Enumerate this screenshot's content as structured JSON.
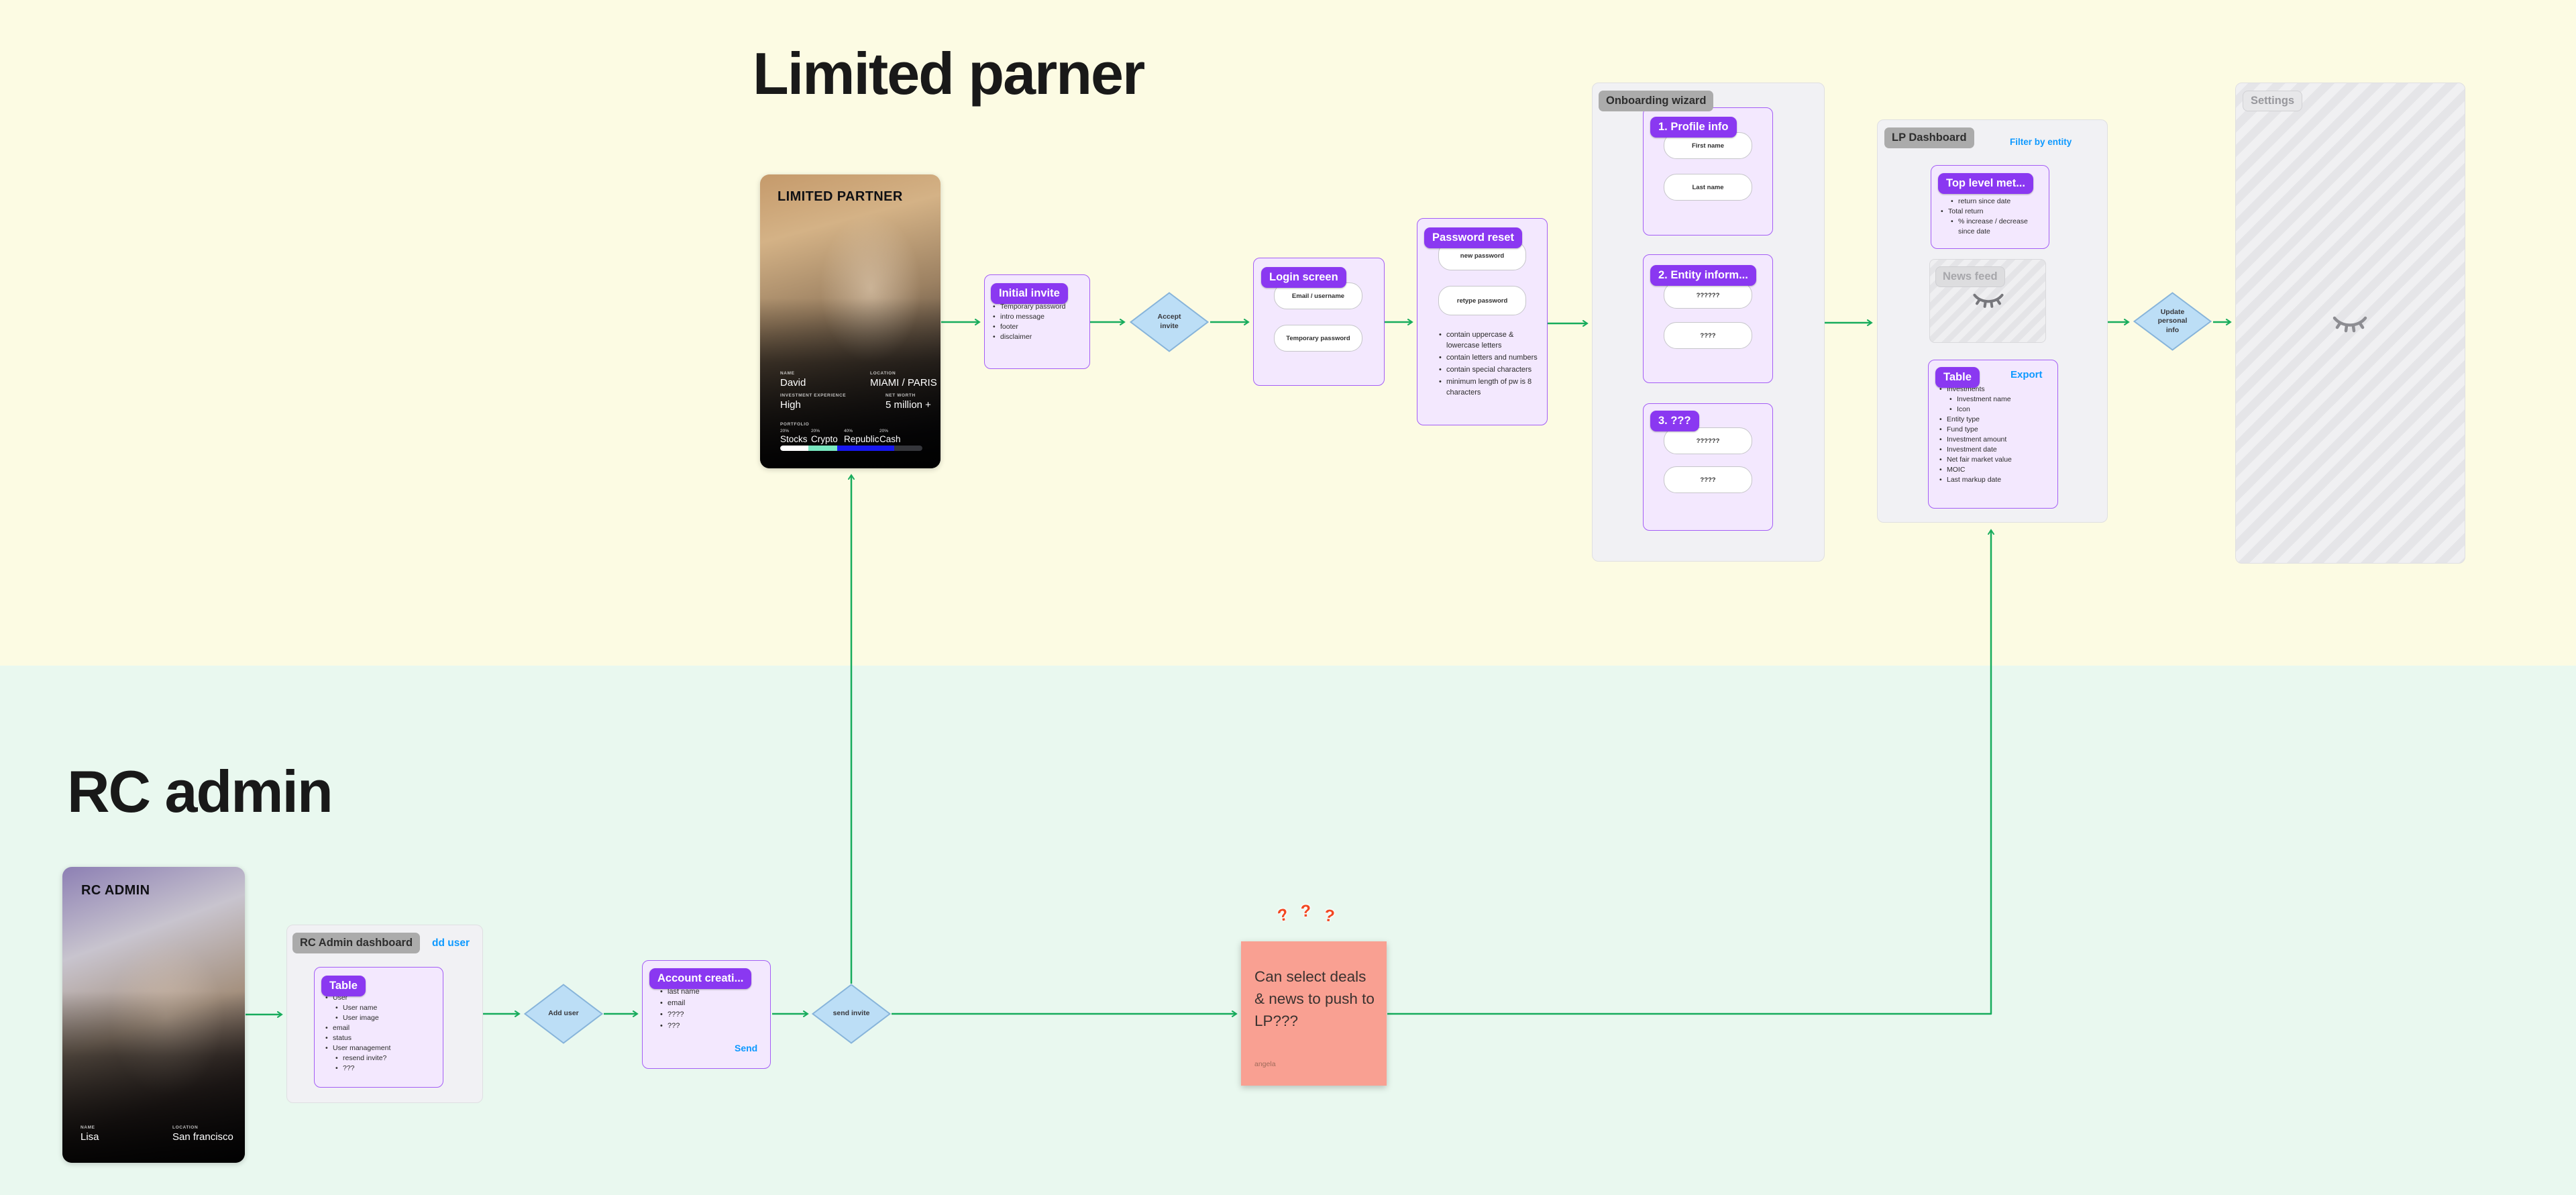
{
  "titles": {
    "lp": "Limited parner",
    "rc": "RC admin"
  },
  "colors": {
    "background_top": "#FCFBE3",
    "background_bottom": "#E9F8EF",
    "connector_green": "#17AC5C",
    "chip_purple": "#8A38F1",
    "card_purple_border": "#A45EF5",
    "card_purple_fill": "#F3E8FE",
    "link_blue": "#0D99FF",
    "diamond_fill": "#BCDEF6",
    "diamond_border": "#87B4DA",
    "sticky_salmon": "#F9A092",
    "question_red": "#F24822"
  },
  "lp_persona": {
    "title": "LIMITED PARTNER",
    "fields": [
      {
        "label": "NAME",
        "value": "David"
      },
      {
        "label": "LOCATION",
        "value": "MIAMI / PARIS"
      },
      {
        "label": "INVESTMENT EXPERIENCE",
        "value": "High"
      },
      {
        "label": "NET WORTH",
        "value": "5 million +"
      }
    ],
    "portfolio_label": "PORTFOLIO",
    "portfolio": [
      {
        "pct": "20%",
        "name": "Stocks"
      },
      {
        "pct": "20%",
        "name": "Crypto"
      },
      {
        "pct": "40%",
        "name": "Republic"
      },
      {
        "pct": "20%",
        "name": "Cash"
      }
    ]
  },
  "initial_invite": {
    "chip": "Initial invite",
    "bullets": [
      "Temporary password",
      "intro message",
      "footer",
      "disclaimer"
    ]
  },
  "accept_invite_label": "Accept invite",
  "login": {
    "chip": "Login screen",
    "fields": [
      "Email / username",
      "Temporary password"
    ]
  },
  "password_reset": {
    "chip": "Password reset",
    "fields": [
      "new password",
      "retype password"
    ],
    "rules": [
      "contain uppercase & lowercase letters",
      "contain letters and numbers",
      "contain special characters",
      "minimum length of pw is 8 characters"
    ]
  },
  "onboarding": {
    "chip": "Onboarding wizard",
    "steps": [
      {
        "chip": "1. Profile info",
        "fields": [
          "First name",
          "Last name"
        ]
      },
      {
        "chip": "2. Entity inform...",
        "fields": [
          "??????",
          "????"
        ]
      },
      {
        "chip": "3. ???",
        "fields": [
          "??????",
          "????"
        ]
      }
    ]
  },
  "lp_dashboard": {
    "chip": "LP Dashboard",
    "filter_link": "Filter by entity",
    "metrics": {
      "chip": "Top level met...",
      "bullets": [
        "return since date",
        "Total return",
        "% increase / decrease since date"
      ]
    },
    "news_feed": {
      "chip": "News feed"
    },
    "table": {
      "chip": "Table",
      "export_link": "Export",
      "bullets": [
        "Investments",
        "Investment name",
        "Icon",
        "Entity type",
        "Fund type",
        "Investment amount",
        "Investment date",
        "Net fair market value",
        "MOIC",
        "Last markup date"
      ]
    }
  },
  "update_info_label": "Update personal info",
  "settings": {
    "chip": "Settings"
  },
  "rc_persona": {
    "title": "RC ADMIN",
    "fields": [
      {
        "label": "NAME",
        "value": "Lisa"
      },
      {
        "label": "LOCATION",
        "value": "San francisco"
      }
    ]
  },
  "rc_dashboard": {
    "chip": "RC Admin dashboard",
    "add_user_link": "dd user",
    "table": {
      "chip": "Table",
      "bullets": [
        "User",
        "User name",
        "User image",
        "email",
        "status",
        "User management",
        "resend invite?",
        "???"
      ]
    }
  },
  "add_user_label": "Add user",
  "account_creation": {
    "chip": "Account creati...",
    "bullets": [
      "last name",
      "email",
      "????",
      "???"
    ],
    "send_link": "Send"
  },
  "send_invite_label": "send invite",
  "sticky": {
    "text": "Can select deals & news to push to LP???",
    "author": "angela",
    "marks": [
      "?",
      "?",
      "?"
    ]
  }
}
